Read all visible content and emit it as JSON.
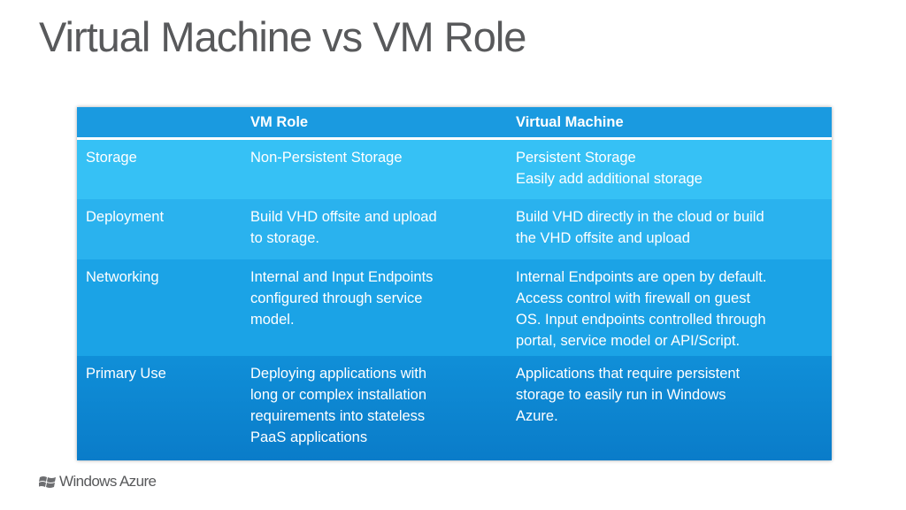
{
  "slide": {
    "title": "Virtual Machine vs VM Role"
  },
  "table": {
    "headers": [
      "",
      "VM Role",
      "Virtual Machine"
    ],
    "rows": [
      [
        "Storage",
        "Non-Persistent Storage",
        "Persistent Storage\nEasily add additional storage"
      ],
      [
        "Deployment",
        "Build VHD offsite and upload\nto storage.",
        "Build VHD directly in the cloud or build\nthe VHD offsite and upload"
      ],
      [
        "Networking",
        "Internal and Input Endpoints\nconfigured through service\nmodel.",
        "Internal Endpoints are open by default.\nAccess control with firewall on guest\nOS. Input endpoints controlled through\nportal, service model or API/Script."
      ],
      [
        "Primary Use",
        "Deploying applications with\nlong or complex installation\nrequirements into stateless\nPaaS applications",
        "Applications that require persistent\nstorage to easily run in Windows\nAzure."
      ]
    ],
    "colors": {
      "header": "#1a9ae0",
      "row1": "#36c1f5",
      "row2": "#2ab2ee",
      "row3": "#1ba3e6",
      "row4": "#0a7cc9"
    }
  },
  "footer": {
    "logo_text": "Windows Azure",
    "logo_icon": "windows-flag-icon"
  }
}
